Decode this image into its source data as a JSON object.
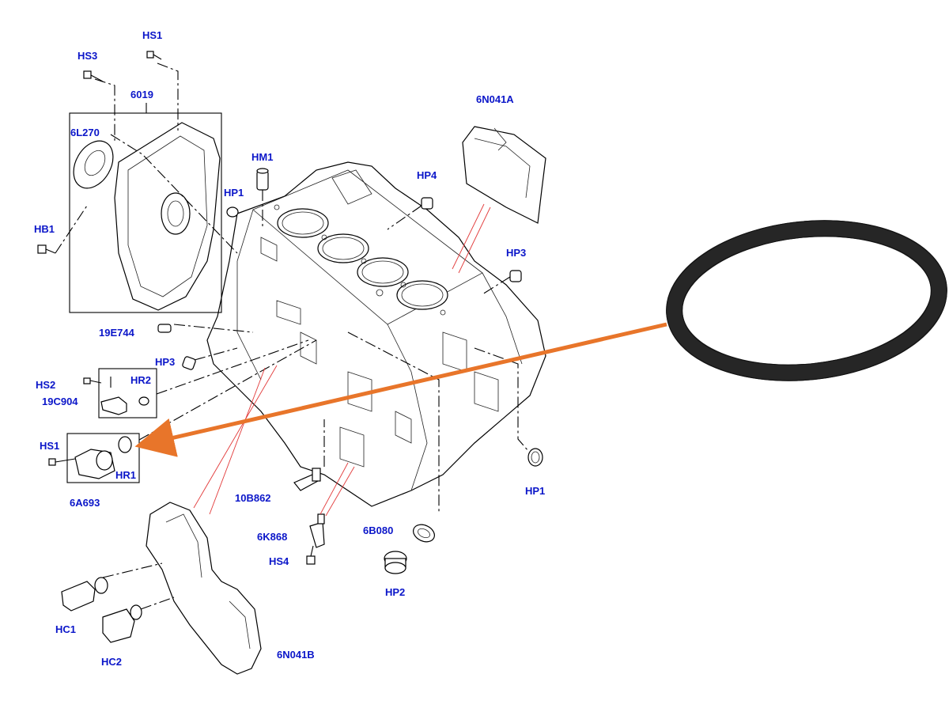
{
  "colors": {
    "label": "#0b16c9",
    "arrow": "#e8752a",
    "leader_red": "#e23a3a",
    "oring": "#262626",
    "lines": "#000000"
  },
  "labels": {
    "hs1_top": "HS1",
    "hs3": "HS3",
    "p6019": "6019",
    "p6l270": "6L270",
    "hm1": "HM1",
    "hp1_top": "HP1",
    "hp4": "HP4",
    "p6n041a": "6N041A",
    "hb1": "HB1",
    "hp3_right": "HP3",
    "p19e744": "19E744",
    "hp3_left": "HP3",
    "hs2": "HS2",
    "hr2": "HR2",
    "p19c904": "19C904",
    "hs1_left": "HS1",
    "hr1": "HR1",
    "p6a693": "6A693",
    "p10b862": "10B862",
    "hp1_right": "HP1",
    "p6k868": "6K868",
    "p6b080": "6B080",
    "hs4": "HS4",
    "hp2": "HP2",
    "hc1": "HC1",
    "hc2": "HC2",
    "p6n041b": "6N041B"
  }
}
